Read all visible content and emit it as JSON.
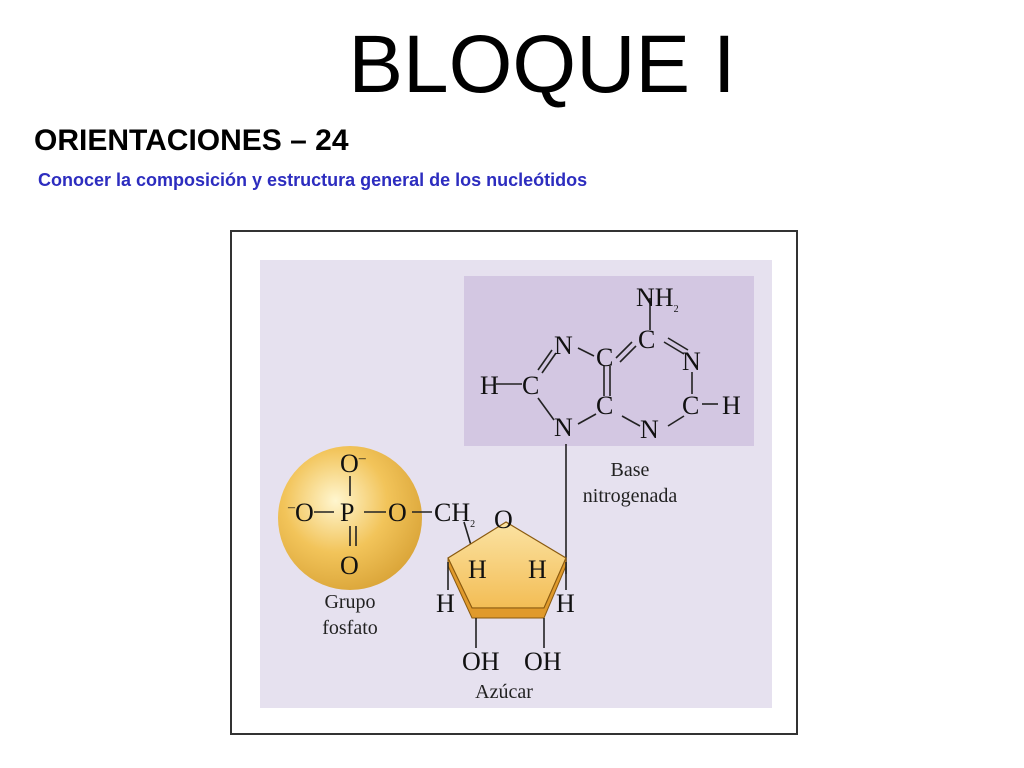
{
  "slide": {
    "title": "BLOQUE I",
    "subtitle": "ORIENTACIONES – 24",
    "description": "Conocer la composición y estructura general de los nucleótidos"
  },
  "colors": {
    "description_text": "#2d2dbf",
    "diagram_background": "#e6e1ef",
    "base_panel": "#d3c7e2",
    "phosphate_sphere": "#f2c45a",
    "sugar_ring": "#f0b545"
  },
  "diagram": {
    "base": {
      "label": [
        "Base",
        "nitrogenada"
      ],
      "atoms": {
        "nh2": "NH",
        "nh2_sub": "2",
        "n": "N",
        "c": "C",
        "h": "H"
      }
    },
    "phosphate": {
      "label": [
        "Grupo",
        "fosfato"
      ],
      "atoms": {
        "o_top": "O",
        "charge": "–",
        "o_left": "O",
        "p": "P",
        "o_right": "O",
        "o_bottom": "O",
        "ch2": "CH",
        "ch2_sub": "2"
      }
    },
    "sugar": {
      "label": "Azúcar",
      "atoms": {
        "o_ring": "O",
        "h": "H",
        "oh": "OH"
      }
    }
  }
}
